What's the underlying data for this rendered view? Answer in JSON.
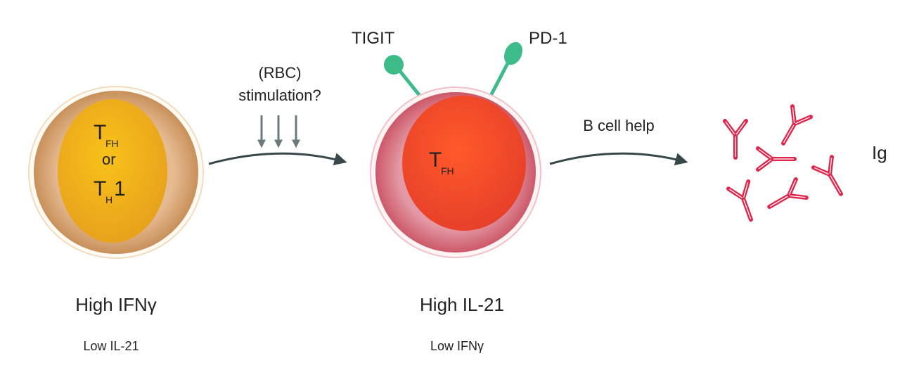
{
  "left_cell": {
    "main": "T",
    "sub1": "FH",
    "or": "or",
    "main2": "T",
    "sub2": "H",
    "suffix2": "1",
    "label_high": "High IFNγ",
    "label_low": "Low IL-21"
  },
  "stimulation": {
    "line1": "(RBC)",
    "line2": "stimulation?"
  },
  "middle_cell": {
    "main": "T",
    "sub": "FH",
    "label_high": "High IL-21",
    "label_low": "Low IFNγ",
    "receptor1": "TIGIT",
    "receptor2": "PD-1"
  },
  "b_cell_help": "B cell help",
  "antibody_label": "Ig",
  "colors": {
    "left_nucleus": "#f3b21c",
    "left_membrane": "#d9a878",
    "mid_nucleus": "#f0502a",
    "mid_membrane": "#d97a86",
    "receptor": "#3dbb8a",
    "antibody": "#e0254a",
    "arrow": "#37474a"
  }
}
